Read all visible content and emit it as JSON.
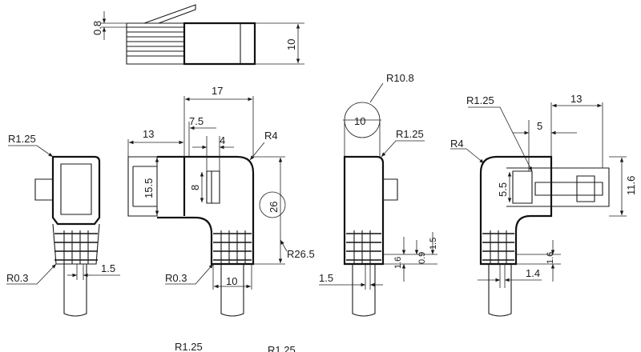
{
  "top_view": {
    "thickness": "0.8",
    "height": "10"
  },
  "view1": {
    "radius_top": "R1.25",
    "radius_bottom": "R0.3",
    "cable_width": "1.5"
  },
  "view2": {
    "width_top": "17",
    "offset_left": "13",
    "offset_inner": "7.5",
    "gap": "4",
    "radius_corner": "R4",
    "height_inner": "15.5",
    "slot": "8",
    "height_right": "26",
    "radius_large": "R26.5",
    "radius_bottom": "R0.3",
    "cable_width": "10"
  },
  "view3": {
    "circle_dia": "10",
    "radius_sphere": "R10.8",
    "radius_corner": "R1.25",
    "cable_width": "1.5",
    "d1": "1.6",
    "d2": "0.9",
    "d3": "1.5"
  },
  "view4": {
    "radius_top": "R1.25",
    "width_top": "13",
    "offset": "5",
    "radius_corner": "R4",
    "slot": "5.5",
    "height_right": "11.6",
    "d1": "1.6",
    "cable_width": "1.4"
  },
  "bottom_partial": {
    "label_a": "R1.25",
    "label_b": "R1.25"
  }
}
